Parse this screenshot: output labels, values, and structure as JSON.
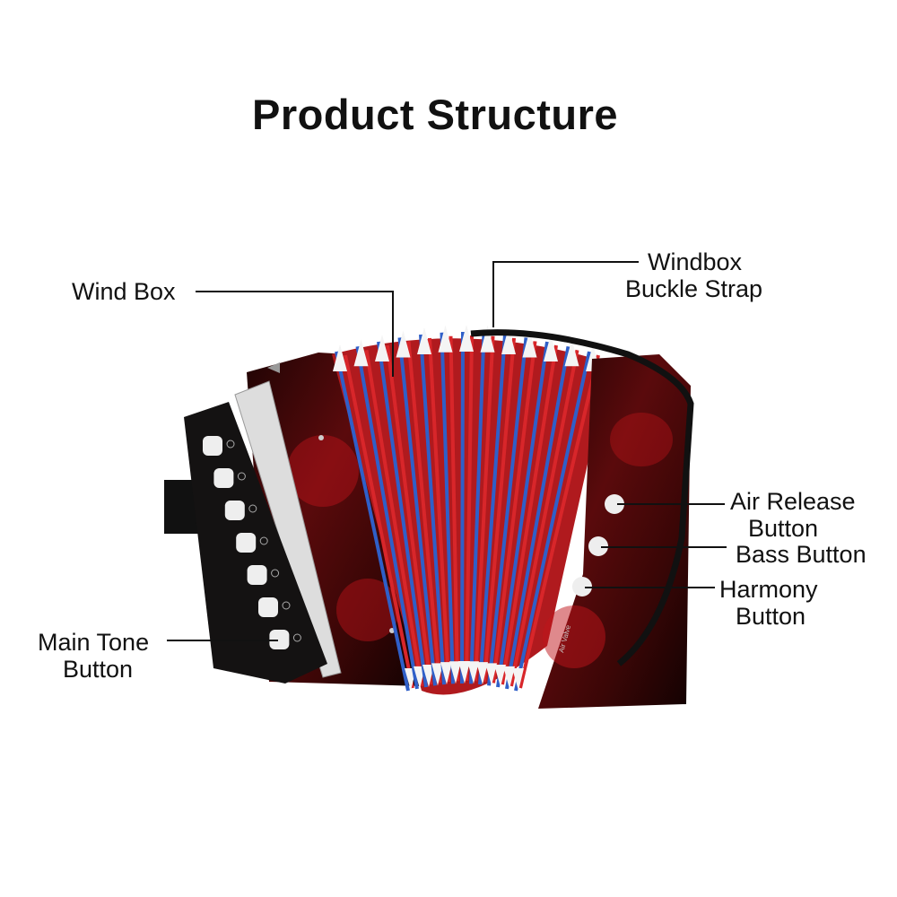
{
  "title": "Product Structure",
  "labels": {
    "wind_box": "Wind Box",
    "buckle_strap_1": "Windbox",
    "buckle_strap_2": "Buckle Strap",
    "air_release_1": "Air Release",
    "air_release_2": "Button",
    "bass": "Bass Button",
    "harmony_1": "Harmony",
    "harmony_2": "Button",
    "main_tone_1": "Main Tone",
    "main_tone_2": "Button"
  },
  "printed_on_instrument": {
    "air_valve": "Air Valve"
  },
  "colors": {
    "bellows_red": "#d8262a",
    "bellows_blue": "#2f5fc8",
    "body": "#2a0606"
  }
}
